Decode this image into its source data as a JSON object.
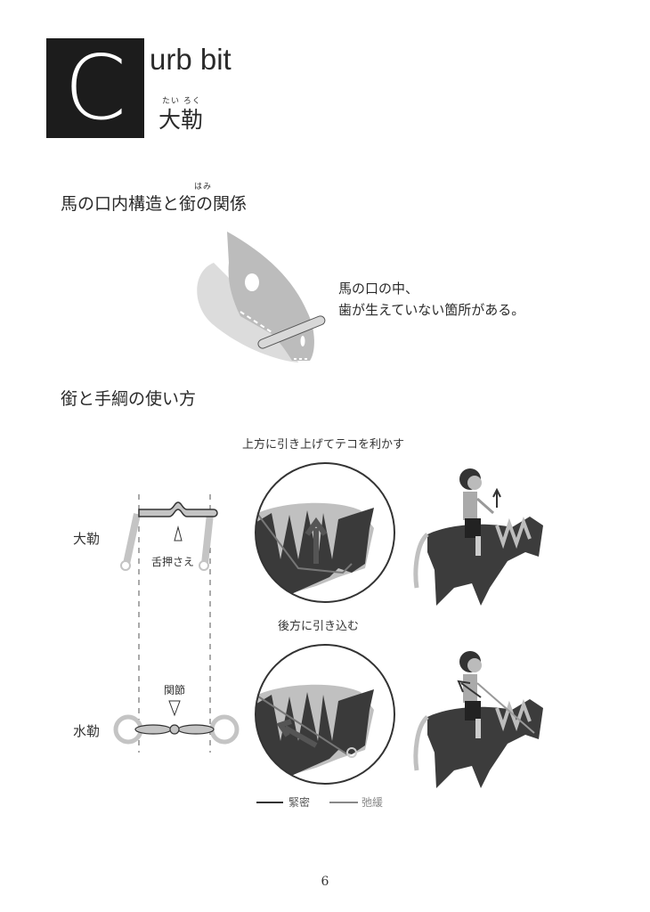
{
  "header": {
    "letter": "C",
    "title_en_rest": "urb bit",
    "title_jp": "大勒",
    "title_jp_ruby": "たい ろく"
  },
  "section1": {
    "heading": "馬の口内構造と銜の関係",
    "ruby_hami": "はみ",
    "description_line1": "馬の口の中、",
    "description_line2": "歯が生えていない箇所がある。"
  },
  "section2": {
    "heading": "銜と手綱の使い方",
    "caption_top": "上方に引き上げてテコを利かす",
    "caption_bottom": "後方に引き込む",
    "bit_curb": {
      "label": "大勒",
      "annotation": "舌押さえ"
    },
    "bit_snaffle": {
      "label": "水勒",
      "annotation": "関節"
    },
    "legend": [
      {
        "label": "緊密",
        "color": "#333333"
      },
      {
        "label": "弛緩",
        "color": "#888888"
      }
    ]
  },
  "footer": {
    "page_number": "6"
  },
  "colors": {
    "header_box": "#1c1c1c",
    "horse_dark": "#3a3a3a",
    "mane_light": "#bdbdbd",
    "bit_gray": "#c4c4c4"
  }
}
